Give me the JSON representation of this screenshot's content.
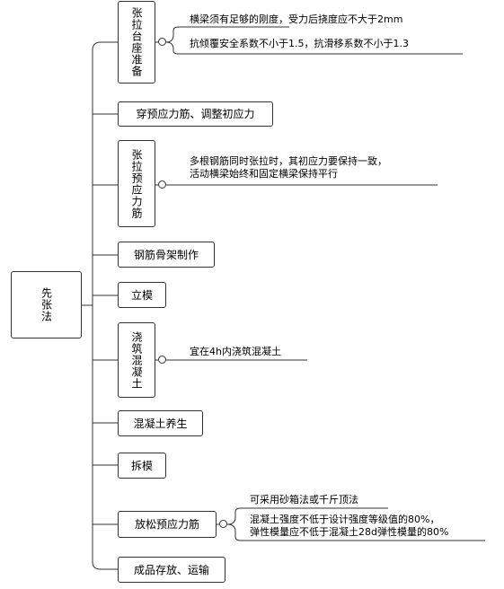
{
  "root": {
    "label": "先张法"
  },
  "steps": [
    {
      "id": "s1",
      "label": "张拉台座准备",
      "notes": [
        "横梁须有足够的刚度，受力后挠度应不大于2mm",
        "抗倾覆安全系数不小于1.5，抗滑移系数不小于1.3"
      ]
    },
    {
      "id": "s2",
      "label": "穿预应力筋、调整初应力"
    },
    {
      "id": "s3",
      "label": "张拉预应力筋",
      "notes": [
        "多根钢筋同时张拉时，其初应力要保持一致，",
        "活动横梁始终和固定横梁保持平行"
      ]
    },
    {
      "id": "s4",
      "label": "钢筋骨架制作"
    },
    {
      "id": "s5",
      "label": "立模"
    },
    {
      "id": "s6",
      "label": "浇筑混凝土",
      "notes": [
        "宜在4h内浇筑混凝土"
      ]
    },
    {
      "id": "s7",
      "label": "混凝土养生"
    },
    {
      "id": "s8",
      "label": "拆模"
    },
    {
      "id": "s9",
      "label": "放松预应力筋",
      "notes": [
        "可采用砂箱法或千斤顶法",
        "混凝土强度不低于设计强度等级值的80%，",
        "弹性模量应不低于混凝土28d弹性模量的80%"
      ]
    },
    {
      "id": "s10",
      "label": "成品存放、运输"
    }
  ]
}
